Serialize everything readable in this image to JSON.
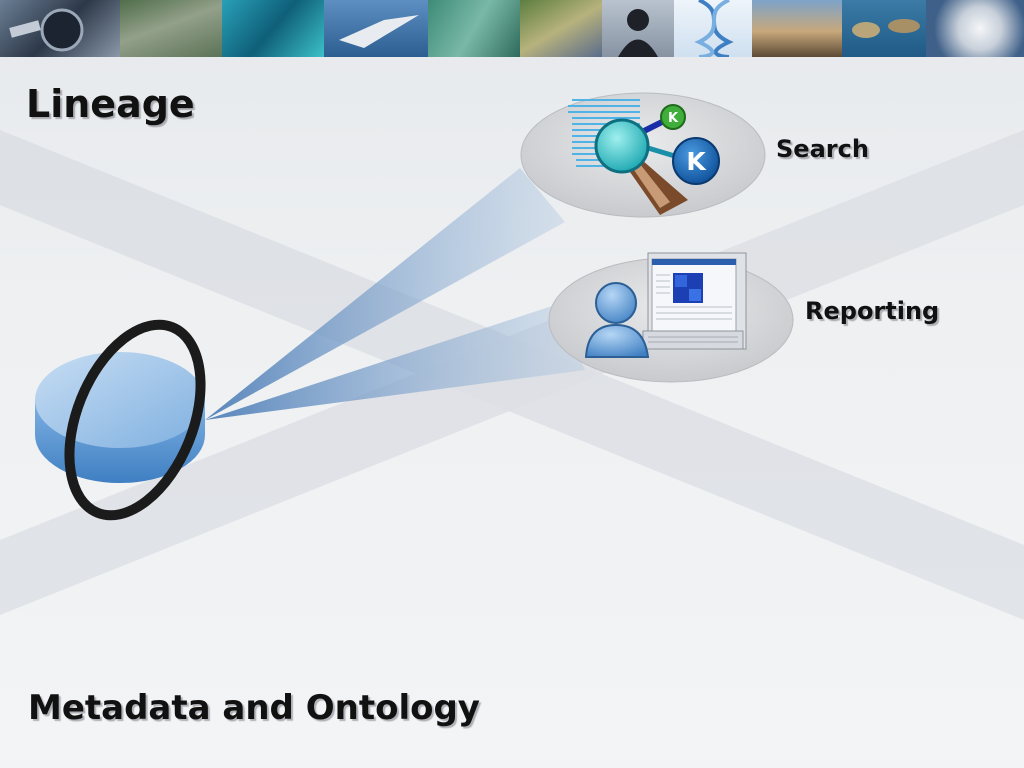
{
  "slide": {
    "title": "Lineage",
    "footer": "Metadata and Ontology"
  },
  "nodes": {
    "source": {
      "icon": "database-ring-icon"
    },
    "search": {
      "label": "Search",
      "icon": "search-magnifier-icon",
      "badge_text": "K"
    },
    "reporting": {
      "label": "Reporting",
      "icon": "user-computer-icon"
    }
  },
  "banner": {
    "tiles": [
      "satellite",
      "city-aerial",
      "river-satellite",
      "aircraft",
      "credit-card",
      "landscape-aerial",
      "person-silhouette",
      "dna-helix",
      "industrial-pipes",
      "islands",
      "hurricane"
    ]
  },
  "colors": {
    "accent_blue": "#1f6fb5",
    "beam_blue": "#6f98c8",
    "badge_green": "#3fae3a"
  }
}
